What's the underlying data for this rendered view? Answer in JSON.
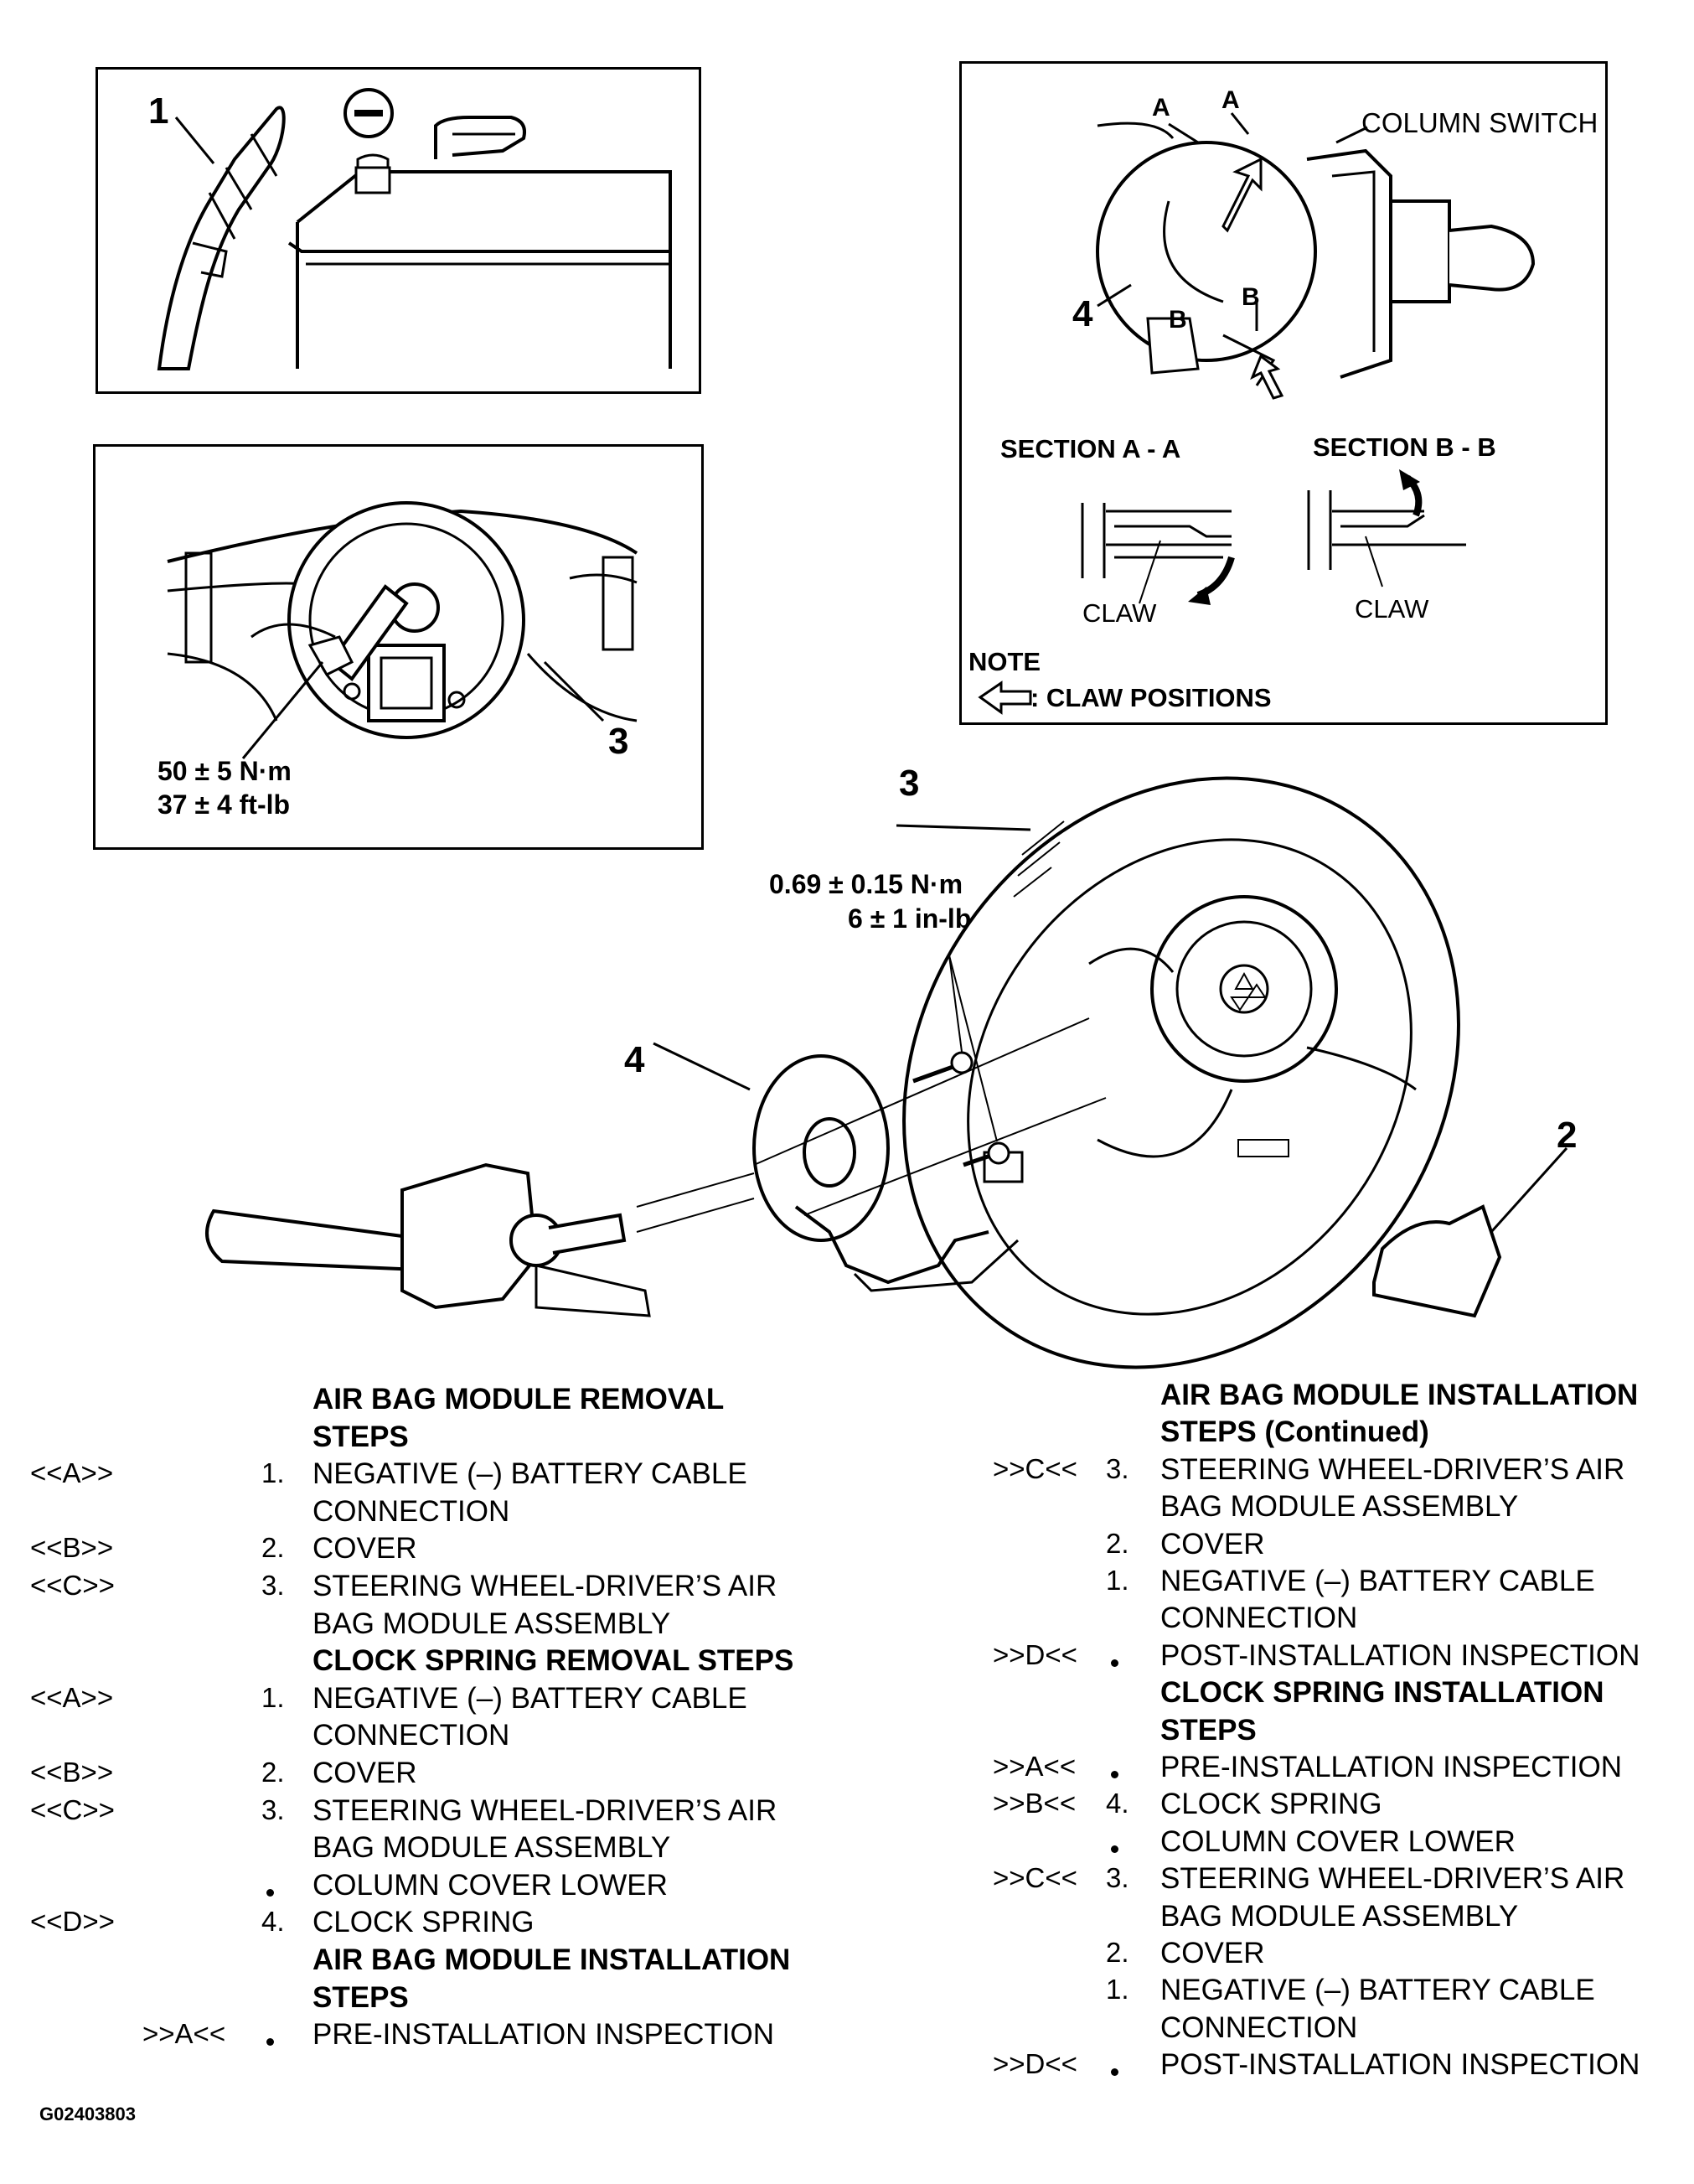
{
  "figure_id": "G02403803",
  "callouts": {
    "n1": "1",
    "n2": "2",
    "n3a": "3",
    "n3b": "3",
    "n4a": "4",
    "n4b": "4"
  },
  "inset_battery": {
    "minus_symbol": "−"
  },
  "inset_wheel_nut": {
    "torque_nm": "50 ± 5 N·m",
    "torque_ftlb": "37 ± 4 ft-lb"
  },
  "inset_clock_spring": {
    "column_switch": "COLUMN SWITCH",
    "a_left": "A",
    "a_right": "A",
    "b_left": "B",
    "b_right": "B",
    "section_aa": "SECTION A - A",
    "section_bb": "SECTION B - B",
    "claw_1": "CLAW",
    "claw_2": "CLAW",
    "note": "NOTE",
    "claw_positions": ": CLAW POSITIONS"
  },
  "main": {
    "screw_torque_nm": "0.69 ± 0.15 N·m",
    "screw_torque_inlb": "6 ± 1 in-lb"
  },
  "left_column": [
    {
      "type": "head",
      "text": "AIR BAG MODULE REMOVAL"
    },
    {
      "type": "head",
      "text": "STEPS"
    },
    {
      "type": "step",
      "ref": "<<A>>",
      "no": "1.",
      "text": "NEGATIVE (–) BATTERY CABLE"
    },
    {
      "type": "cont",
      "text": "CONNECTION"
    },
    {
      "type": "step",
      "ref": "<<B>>",
      "no": "2.",
      "text": "COVER"
    },
    {
      "type": "step",
      "ref": "<<C>>",
      "no": "3.",
      "text": "STEERING WHEEL-DRIVER’S AIR"
    },
    {
      "type": "cont",
      "text": "BAG MODULE ASSEMBLY"
    },
    {
      "type": "head",
      "text": "CLOCK SPRING REMOVAL STEPS"
    },
    {
      "type": "step",
      "ref": "<<A>>",
      "no": "1.",
      "text": "NEGATIVE (–) BATTERY CABLE"
    },
    {
      "type": "cont",
      "text": "CONNECTION"
    },
    {
      "type": "step",
      "ref": "<<B>>",
      "no": "2.",
      "text": "COVER"
    },
    {
      "type": "step",
      "ref": "<<C>>",
      "no": "3.",
      "text": "STEERING WHEEL-DRIVER’S AIR"
    },
    {
      "type": "cont",
      "text": "BAG MODULE ASSEMBLY"
    },
    {
      "type": "bullet",
      "text": "COLUMN COVER LOWER"
    },
    {
      "type": "step",
      "ref": "<<D>>",
      "no": "4.",
      "text": "CLOCK SPRING"
    },
    {
      "type": "head",
      "text": "AIR BAG MODULE INSTALLATION"
    },
    {
      "type": "head",
      "text": "STEPS"
    },
    {
      "type": "bullet",
      "ref": ">>A<<",
      "text": "PRE-INSTALLATION INSPECTION"
    }
  ],
  "right_column": [
    {
      "type": "head",
      "text": "AIR BAG MODULE INSTALLATION"
    },
    {
      "type": "head",
      "text": "STEPS (Continued)"
    },
    {
      "type": "step",
      "ref": ">>C<<",
      "no": "3.",
      "text": "STEERING WHEEL-DRIVER’S AIR"
    },
    {
      "type": "cont",
      "text": "BAG MODULE ASSEMBLY"
    },
    {
      "type": "step",
      "no": "2.",
      "text": "COVER"
    },
    {
      "type": "step",
      "no": "1.",
      "text": "NEGATIVE (–) BATTERY CABLE"
    },
    {
      "type": "cont",
      "text": "CONNECTION"
    },
    {
      "type": "bullet",
      "ref": ">>D<<",
      "text": "POST-INSTALLATION INSPECTION"
    },
    {
      "type": "head",
      "text": "CLOCK SPRING INSTALLATION"
    },
    {
      "type": "head",
      "text": "STEPS"
    },
    {
      "type": "bullet",
      "ref": ">>A<<",
      "text": "PRE-INSTALLATION INSPECTION"
    },
    {
      "type": "step",
      "ref": ">>B<<",
      "no": "4.",
      "text": "CLOCK SPRING"
    },
    {
      "type": "bullet",
      "text": "COLUMN COVER LOWER"
    },
    {
      "type": "step",
      "ref": ">>C<<",
      "no": "3.",
      "text": "STEERING WHEEL-DRIVER’S AIR"
    },
    {
      "type": "cont",
      "text": "BAG MODULE ASSEMBLY"
    },
    {
      "type": "step",
      "no": "2.",
      "text": "COVER"
    },
    {
      "type": "step",
      "no": "1.",
      "text": "NEGATIVE (–) BATTERY CABLE"
    },
    {
      "type": "cont",
      "text": "CONNECTION"
    },
    {
      "type": "bullet",
      "ref": ">>D<<",
      "text": "POST-INSTALLATION INSPECTION"
    }
  ]
}
